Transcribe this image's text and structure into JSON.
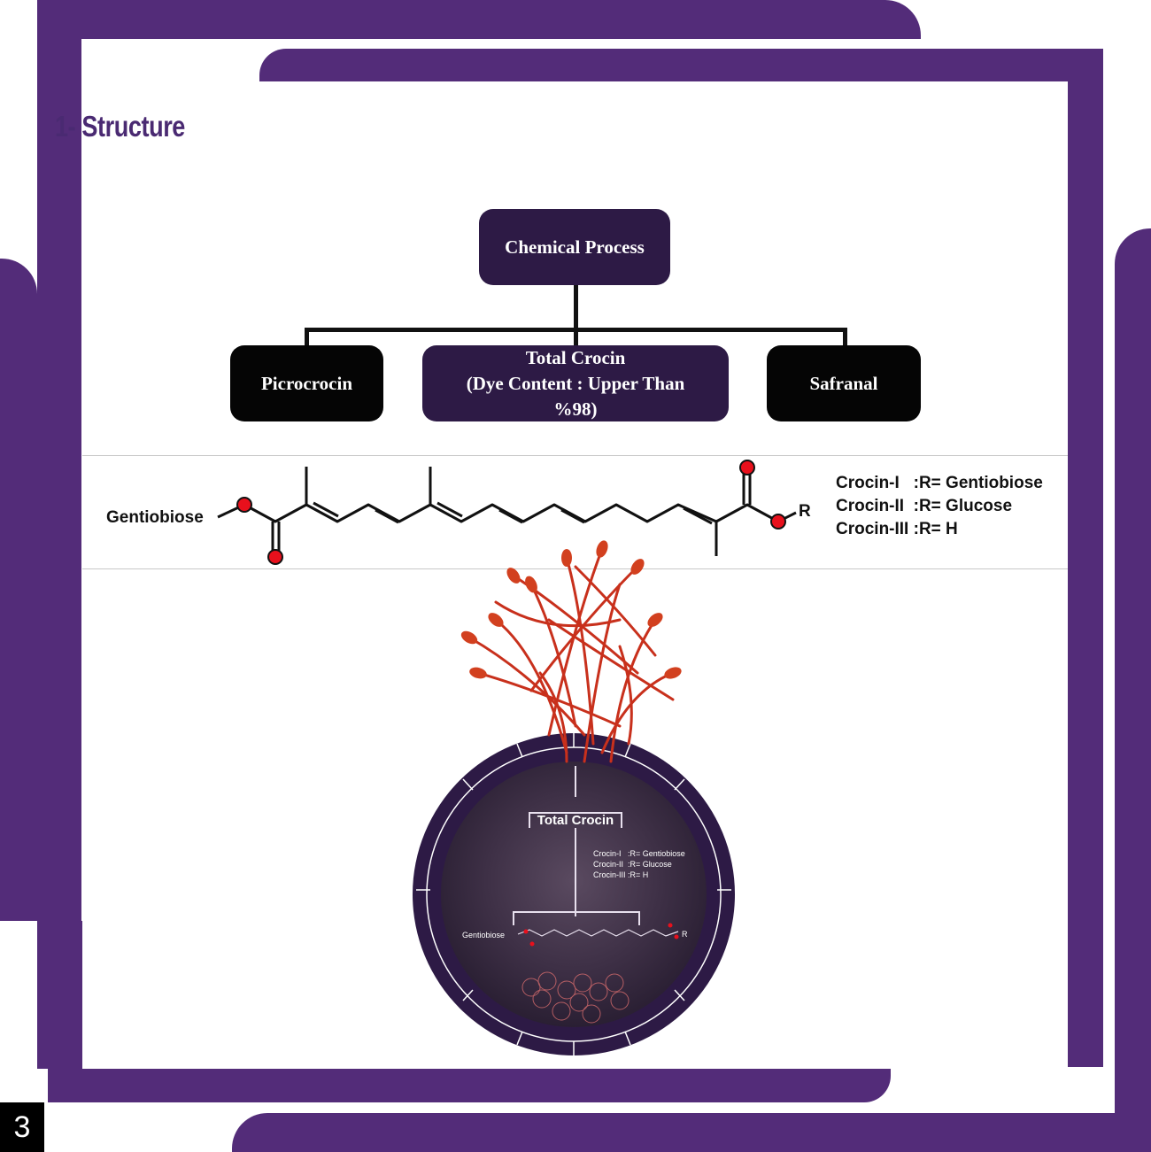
{
  "heading": "1- Structure",
  "diagram": {
    "root": "Chemical Process",
    "children": [
      {
        "label": "Picrocrocin"
      },
      {
        "lines": [
          "Total Crocin",
          "(Dye Content : Upper Than",
          "%98)"
        ]
      },
      {
        "label": "Safranal"
      }
    ]
  },
  "molecule": {
    "left_group": "Gentiobiose",
    "right_group": "R",
    "legend": [
      "Crocin-I   :R= Gentiobiose",
      "Crocin-II  :R= Glucose",
      "Crocin-III :R= H"
    ]
  },
  "badge": {
    "title": "Total Crocin",
    "legend": [
      "Crocin-I   :R= Gentiobiose",
      "Crocin-II  :R= Glucose",
      "Crocin-III :R= H"
    ],
    "left_group": "Gentiobiose",
    "right_group": "R"
  },
  "page_number": "3",
  "colors": {
    "frame": "#532c79",
    "box_dark": "#2d1a45",
    "box_black": "#050505",
    "oxygen": "#e8101c",
    "saffron": "#c8301c"
  }
}
